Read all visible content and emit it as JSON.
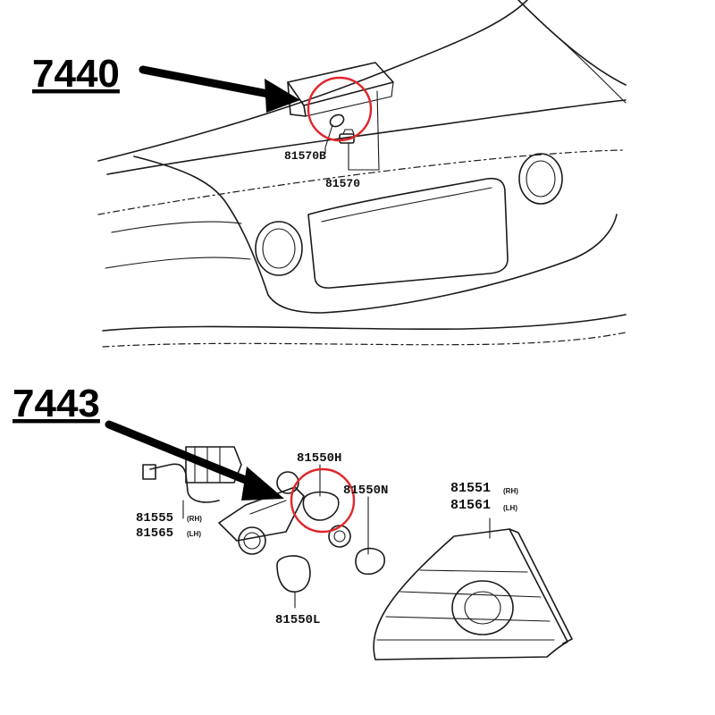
{
  "colors": {
    "highlight": "#e0262b",
    "ink": "#111111",
    "panel": "#ffffff"
  },
  "top": {
    "callout": "7440",
    "parts": [
      "81570B",
      "81570"
    ]
  },
  "bottom": {
    "callout": "7443",
    "parts": {
      "bulb_high": "81550H",
      "bulb_n": "81550N",
      "bulb_l": "81550L",
      "socket_rh": "81555",
      "socket_rh_suffix": "(RH)",
      "socket_lh": "81565",
      "socket_lh_suffix": "(LH)",
      "lamp_rh": "81551",
      "lamp_rh_suffix": "(RH)",
      "lamp_lh": "81561",
      "lamp_lh_suffix": "(LH)"
    }
  }
}
